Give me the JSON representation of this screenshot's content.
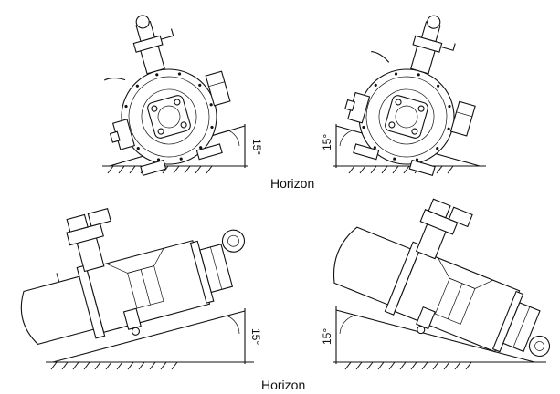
{
  "captions": {
    "top": "Horizon",
    "bottom": "Horizon"
  },
  "angles": {
    "top_right_incline": "15°",
    "top_left_incline": "15°",
    "bottom_right_incline": "15°",
    "bottom_left_incline": "15°"
  }
}
